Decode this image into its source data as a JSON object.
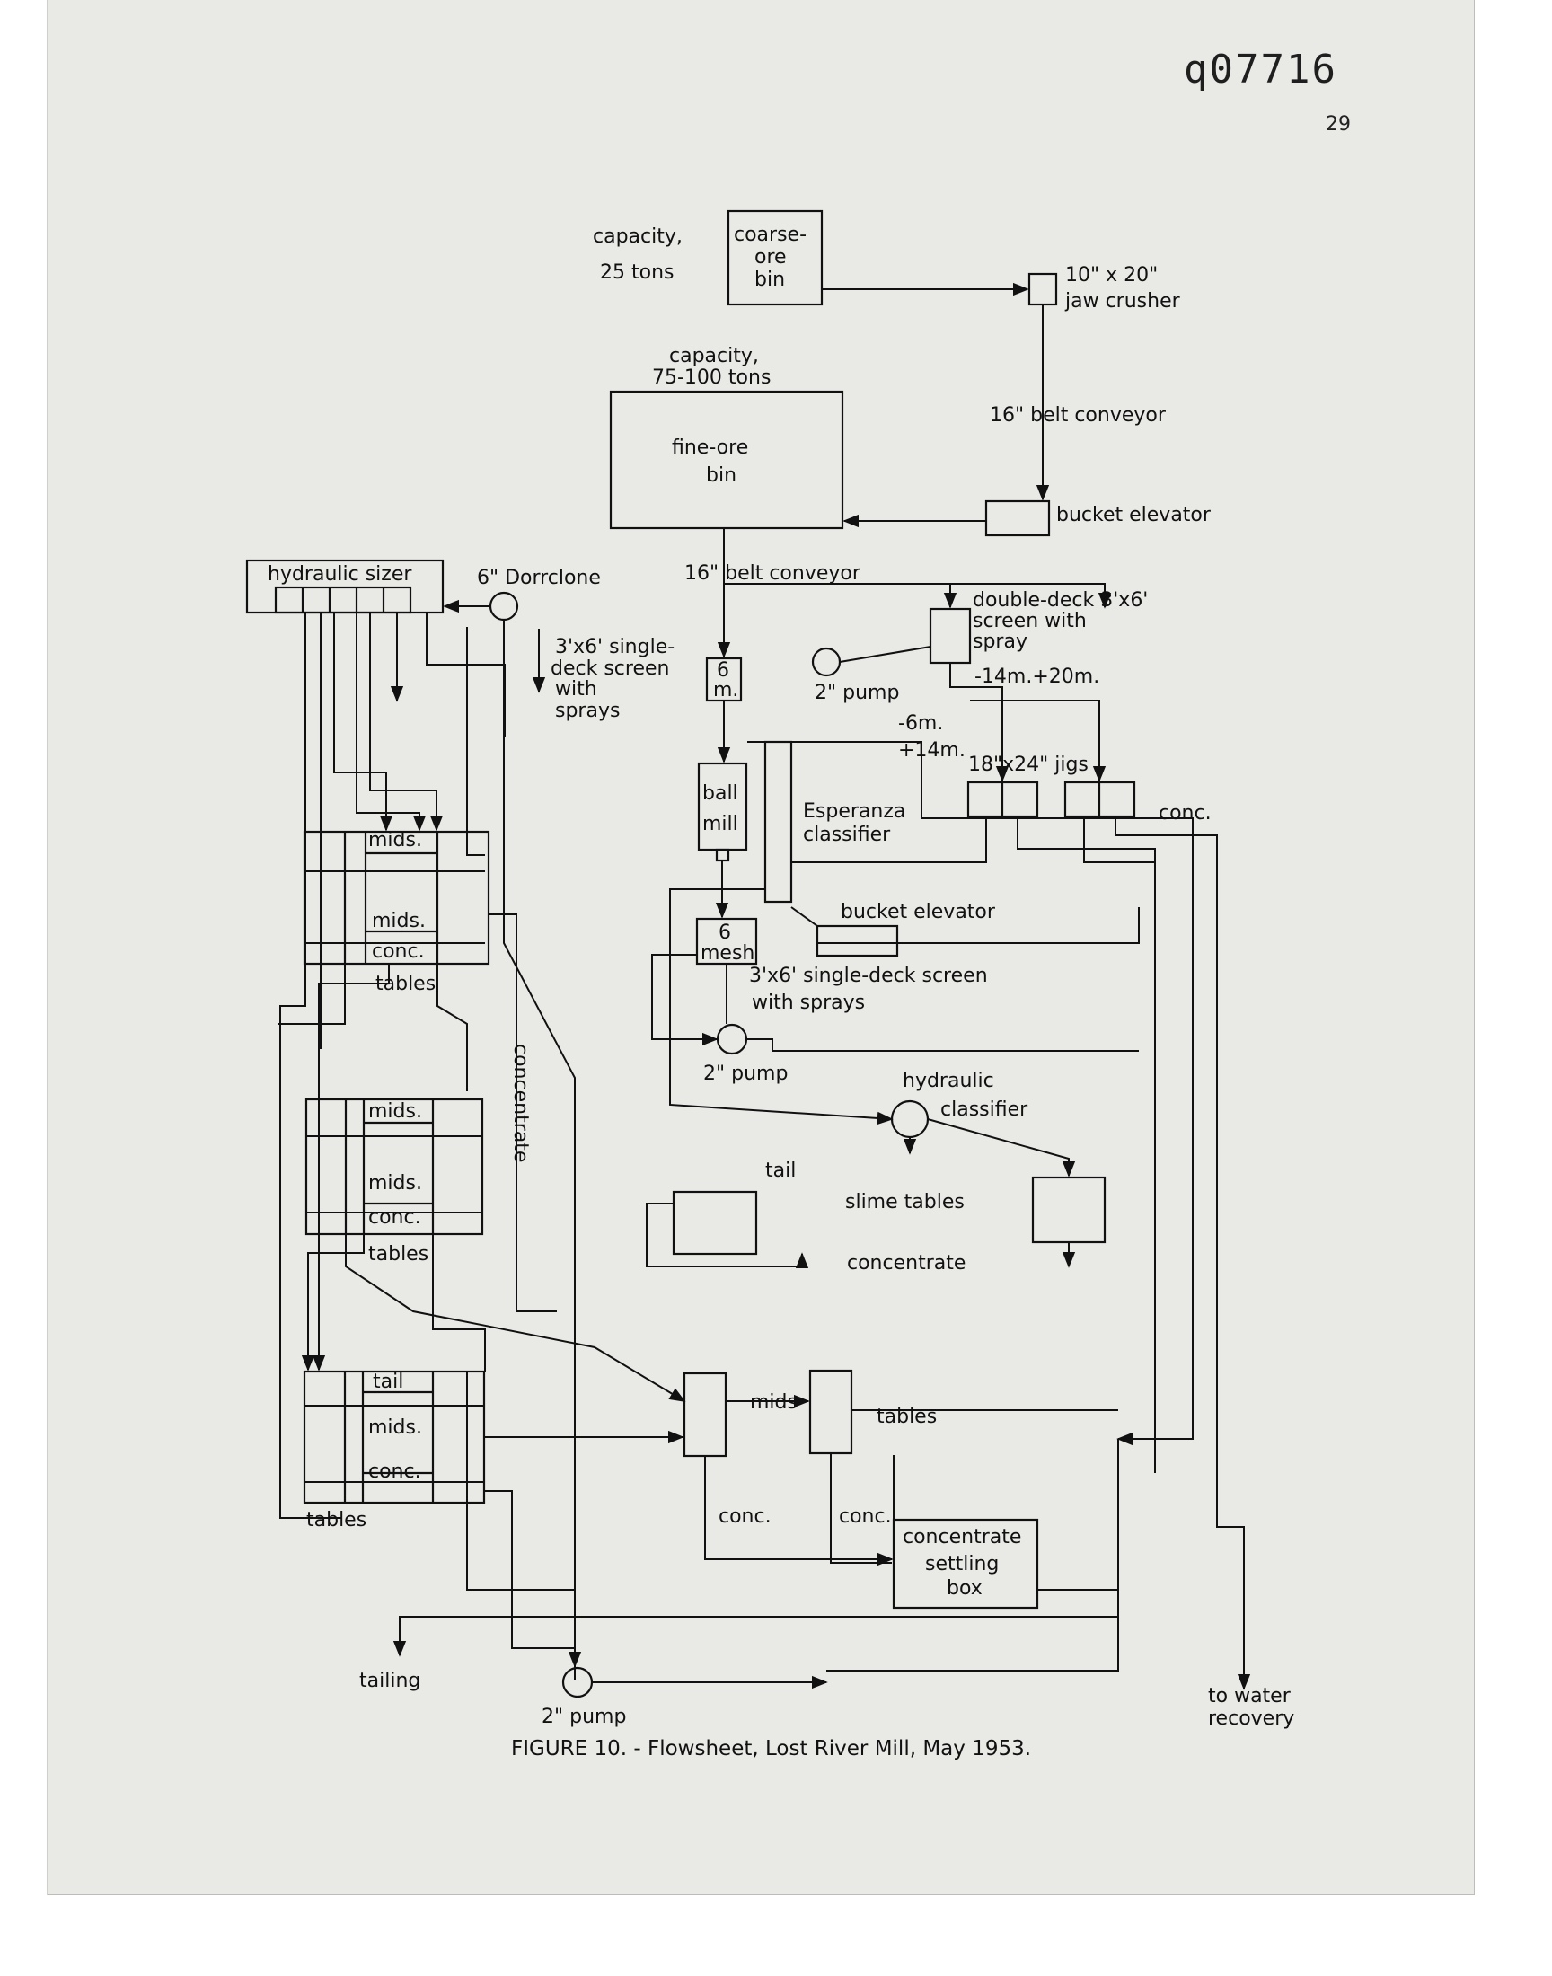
{
  "document": {
    "number": "q07716",
    "page": "29",
    "caption": "FIGURE 10. - Flowsheet, Lost River Mill, May 1953."
  },
  "labels": {
    "coarse_capacity_1": "capacity,",
    "coarse_capacity_2": "25 tons",
    "coarse_bin_1": "coarse-",
    "coarse_bin_2": "ore",
    "coarse_bin_3": "bin",
    "jaw_crusher_1": "10\" x 20\"",
    "jaw_crusher_2": "jaw crusher",
    "fine_capacity_1": "capacity,",
    "fine_capacity_2": "75-100 tons",
    "fine_bin_1": "fine-ore",
    "fine_bin_2": "bin",
    "belt_conveyor_top": "16\" belt conveyor",
    "bucket_elevator_top": "bucket elevator",
    "hydraulic_sizer": "hydraulic sizer",
    "dorrclone": "6\" Dorrclone",
    "belt_conveyor_mid": "16\" belt conveyor",
    "double_deck_1": "double-deck 3'x6'",
    "double_deck_2": "screen with",
    "double_deck_3": "spray",
    "single_deck_top_1": "3'x6' single-",
    "single_deck_top_2": "deck screen",
    "single_deck_top_3": "with",
    "single_deck_top_4": "sprays",
    "six_m_1": "6",
    "six_m_2": "m.",
    "pump_top": "2\" pump",
    "size_14_20": "-14m.+20m.",
    "size_6": "-6m.",
    "size_14": "+14m.",
    "jigs": "18\"x24\"  jigs",
    "conc_jigs": "conc.",
    "ball_mill_1": "ball",
    "ball_mill_2": "mill",
    "esperanza_1": "Esperanza",
    "esperanza_2": "classifier",
    "bucket_elevator_mid": "bucket elevator",
    "six_mesh_1": "6",
    "six_mesh_2": "mesh",
    "single_deck_mid_1": "3'x6' single-deck screen",
    "single_deck_mid_2": "with sprays",
    "pump_mid": "2\" pump",
    "hydraulic_classifier_1": "hydraulic",
    "hydraulic_classifier_2": "classifier",
    "tail_slime": "tail",
    "slime_tables": "slime tables",
    "concentrate_slime": "concentrate",
    "mids_t1": "mids.",
    "mids2_t1": "mids.",
    "conc_t1": "conc.",
    "tables_t1": "tables",
    "mids_t2": "mids.",
    "mids2_t2": "mids.",
    "conc_t2": "conc.",
    "tables_t2": "tables",
    "concentrate_vertical": "concentrate",
    "tail_t3": "tail",
    "mids_t3": "mids.",
    "conc_t3": "conc.",
    "tables_t3": "tables",
    "mids_right": "mids",
    "tables_right": "tables",
    "conc_right_1": "conc.",
    "conc_right_2": "conc.",
    "settling_1": "concentrate",
    "settling_2": "settling",
    "settling_3": "box",
    "tailing": "tailing",
    "pump_bottom": "2\" pump",
    "water_1": "to water",
    "water_2": "recovery"
  }
}
